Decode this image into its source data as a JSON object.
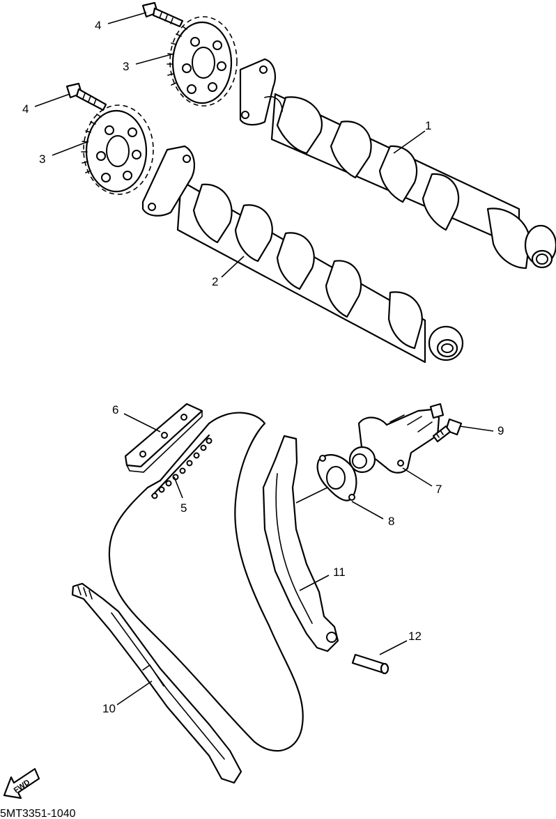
{
  "callouts": [
    {
      "id": "c1",
      "label": "1"
    },
    {
      "id": "c2",
      "label": "2"
    },
    {
      "id": "c3a",
      "label": "3"
    },
    {
      "id": "c3b",
      "label": "3"
    },
    {
      "id": "c4a",
      "label": "4"
    },
    {
      "id": "c4b",
      "label": "4"
    },
    {
      "id": "c5",
      "label": "5"
    },
    {
      "id": "c6",
      "label": "6"
    },
    {
      "id": "c7",
      "label": "7"
    },
    {
      "id": "c8",
      "label": "8"
    },
    {
      "id": "c9",
      "label": "9"
    },
    {
      "id": "c10",
      "label": "10"
    },
    {
      "id": "c11",
      "label": "11"
    },
    {
      "id": "c12",
      "label": "12"
    }
  ],
  "fwd_badge": "FWD",
  "diagram_code": "5MT3351-1040"
}
